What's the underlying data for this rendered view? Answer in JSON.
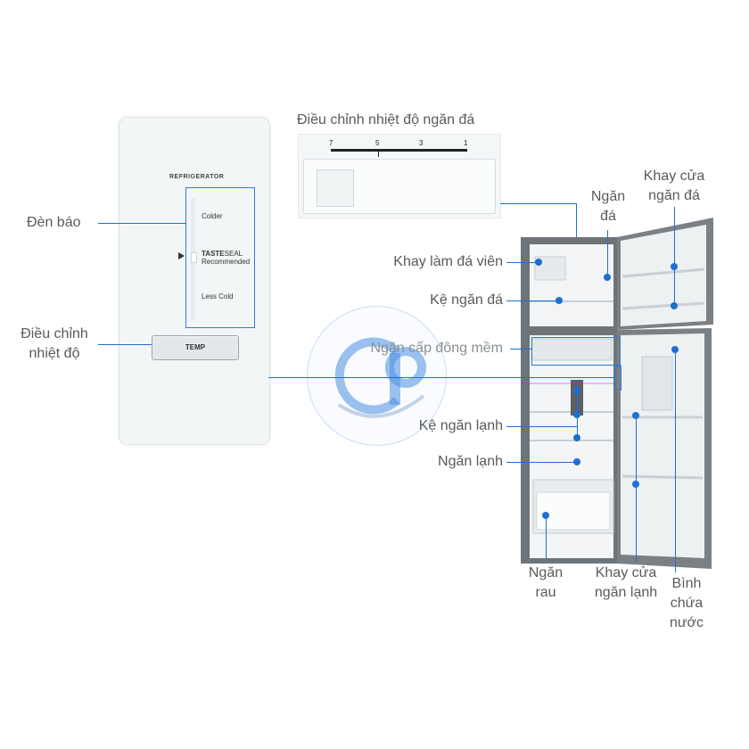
{
  "control_panel": {
    "title": "REFRIGERATOR",
    "colder": "Colder",
    "tasteseal_bold": "TASTE",
    "tasteseal_rest": "SEAL",
    "recommended": "Recommended",
    "less_cold": "Less Cold",
    "temp_button": "TEMP"
  },
  "freezer_control": {
    "heading": "Điều chỉnh nhiệt độ ngăn đá",
    "scale": [
      "7",
      "5",
      "3",
      "1"
    ]
  },
  "labels": {
    "indicator_light": "Đèn báo",
    "temp_adjust_line1": "Điều chỉnh",
    "temp_adjust_line2": "nhiệt độ",
    "ice_tray": "Khay làm đá viên",
    "freezer_shelf": "Kệ ngăn đá",
    "soft_freeze": "Ngăn cấp đông mềm",
    "fridge_shelf": "Kệ ngăn lạnh",
    "fridge_compartment": "Ngăn lạnh",
    "freezer_line1": "Ngăn",
    "freezer_line2": "đá",
    "freezer_door_line1": "Khay cửa",
    "freezer_door_line2": "ngăn đá",
    "veg_line1": "Ngăn",
    "veg_line2": "rau",
    "fridge_door_line1": "Khay cửa",
    "fridge_door_line2": "ngăn lạnh",
    "water_line1": "Bình",
    "water_line2": "chứa",
    "water_line3": "nước"
  },
  "colors": {
    "accent": "#1e6fd2",
    "body_steel": "#6f7478",
    "interior": "#f2f4f5"
  }
}
